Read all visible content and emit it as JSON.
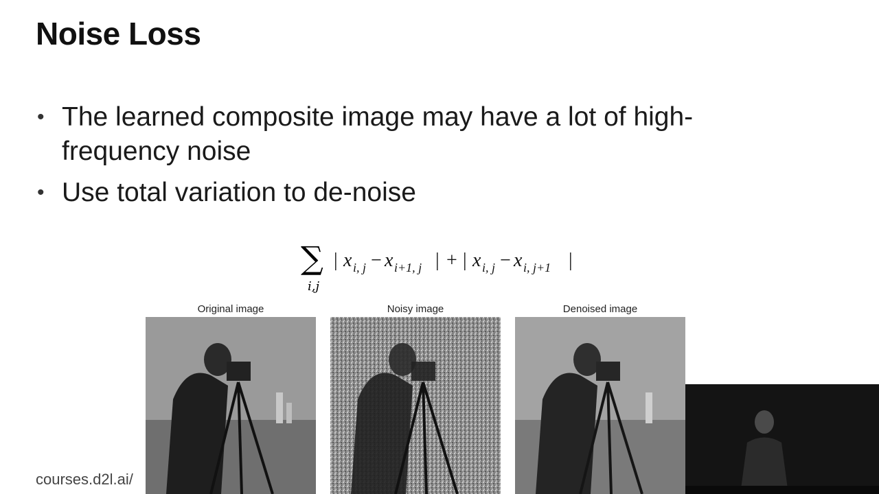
{
  "slide": {
    "title": "Noise Loss",
    "bullets": [
      "The learned composite image may have a lot of high-frequency noise",
      "Use total variation to de-noise"
    ],
    "formula": {
      "sum_symbol": "∑",
      "sum_subscript": "i,j",
      "expression": "| x_{i,j} − x_{i+1,j} | + | x_{i,j} − x_{i,j+1} |"
    },
    "figures": [
      {
        "title": "Original image",
        "variant": "original"
      },
      {
        "title": "Noisy image",
        "variant": "noisy"
      },
      {
        "title": "Denoised image",
        "variant": "denoised"
      }
    ],
    "footer": "courses.d2l.ai/"
  },
  "webcam": {
    "description_icon": "presenter-video-feed"
  }
}
